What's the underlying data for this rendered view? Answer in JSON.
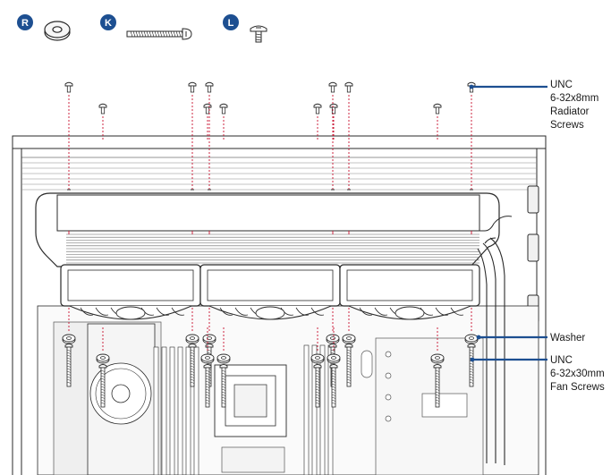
{
  "parts": [
    {
      "letter": "R",
      "icon": "washer-icon"
    },
    {
      "letter": "K",
      "icon": "long-screw-icon"
    },
    {
      "letter": "L",
      "icon": "short-screw-icon"
    }
  ],
  "callouts": {
    "radiator_screws": [
      "UNC",
      "6-32x8mm",
      "Radiator",
      "Screws"
    ],
    "washer": [
      "Washer"
    ],
    "fan_screws": [
      "UNC",
      "6-32x30mm",
      "Fan Screws"
    ]
  },
  "colors": {
    "accent": "#1d4f91",
    "line": "#2a2a2a",
    "guide": "#c8102e",
    "panel": "#f4f4f4"
  }
}
